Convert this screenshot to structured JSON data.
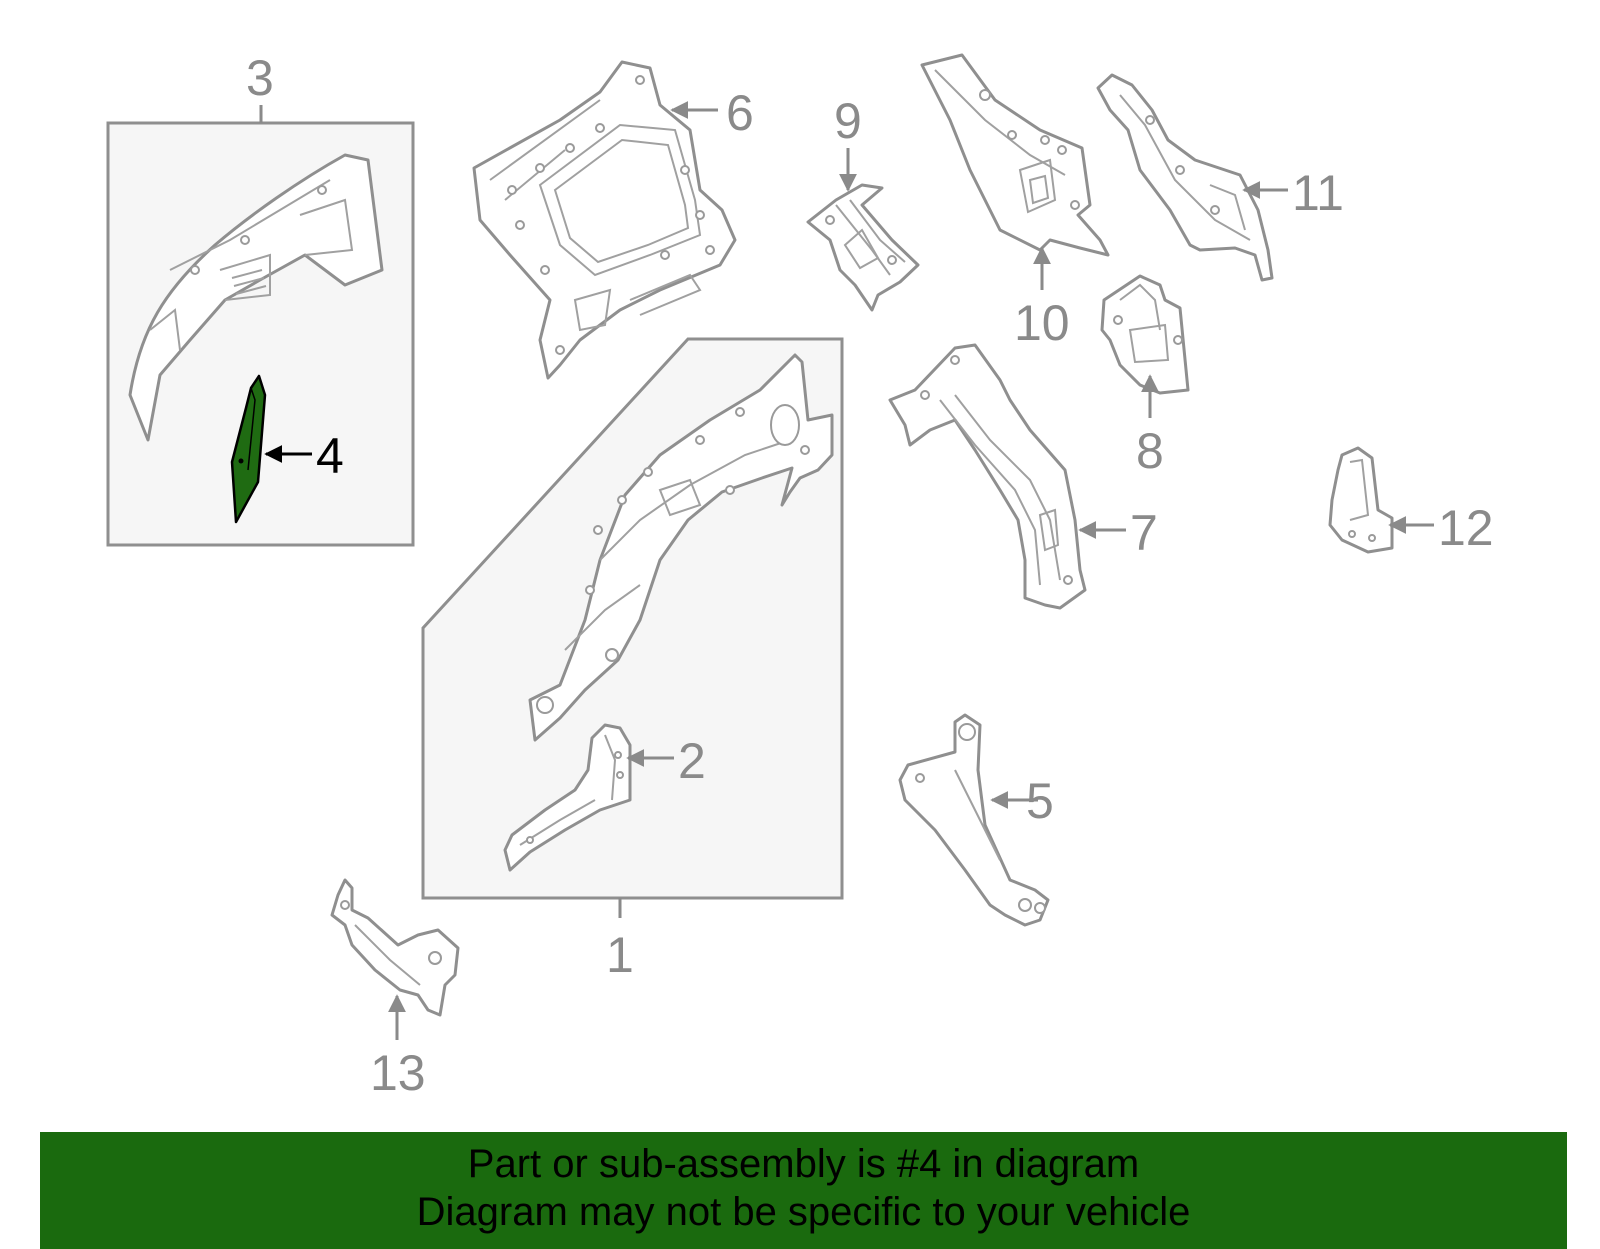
{
  "diagram": {
    "highlighted_part": "4",
    "highlight_color": "#1f6b12",
    "callouts": [
      "1",
      "2",
      "3",
      "4",
      "5",
      "6",
      "7",
      "8",
      "9",
      "10",
      "11",
      "12",
      "13"
    ]
  },
  "banner": {
    "line1": "Part or sub-assembly is #4 in diagram",
    "line2": "Diagram may not be specific to your vehicle",
    "background": "#1a6a0e"
  }
}
